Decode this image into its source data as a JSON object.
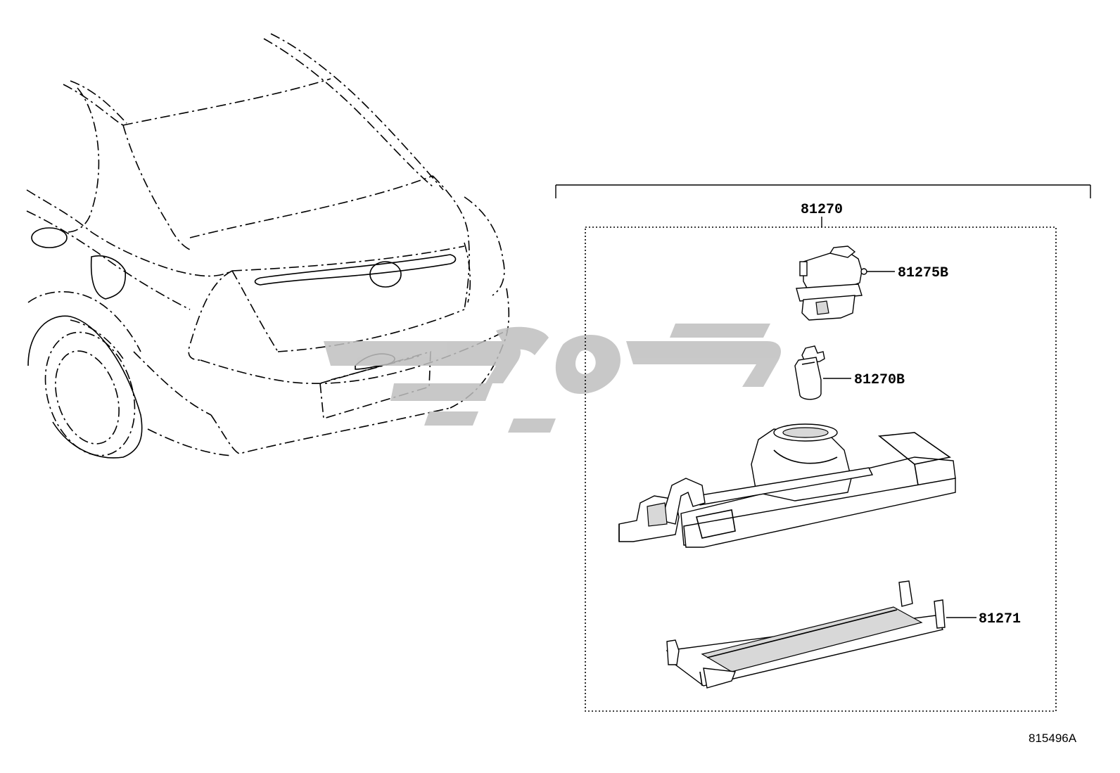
{
  "diagram": {
    "assembly_label": "81270",
    "diagram_id": "815496A",
    "parts": [
      {
        "key": "socket",
        "label": "81275B",
        "icon": "bulb-socket-icon"
      },
      {
        "key": "bulb",
        "label": "81270B",
        "icon": "wedge-bulb-icon"
      },
      {
        "key": "housing",
        "label": "",
        "icon": "lamp-housing-icon"
      },
      {
        "key": "lens",
        "label": "81271",
        "icon": "lamp-lens-icon"
      }
    ],
    "vehicle_icon": "sedan-rear-outline-icon",
    "watermark_icon": "watermark-logo-icon",
    "colors": {
      "line": "#000000",
      "watermark": "#bfbfbf",
      "background": "#ffffff"
    }
  }
}
